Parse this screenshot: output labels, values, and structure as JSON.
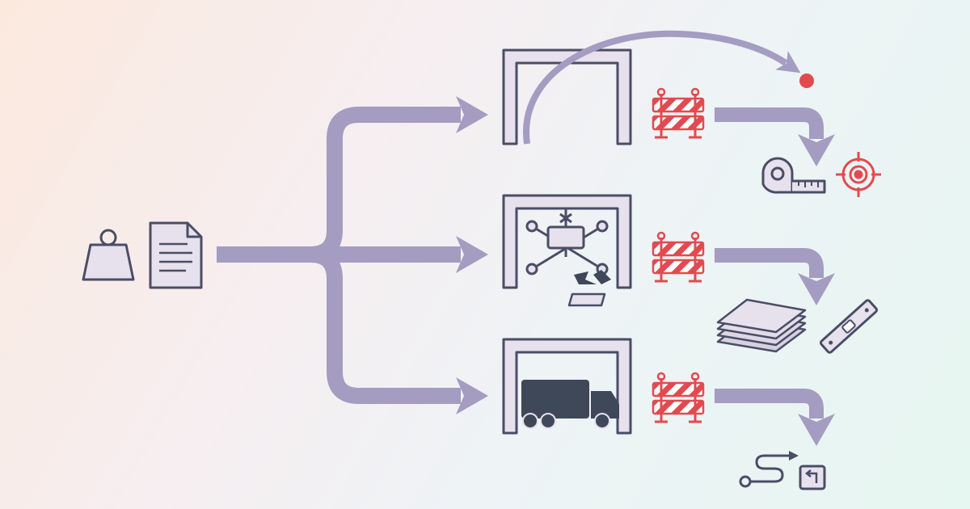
{
  "diagram": {
    "palette": {
      "arrow": "#a49cc1",
      "outline": "#4a4d66",
      "fill": "#e6e1ec",
      "alert": "#e34a4f",
      "dark": "#3f4859",
      "background_start": "#fbe9de",
      "background_end": "#e6f6f0"
    },
    "inputs": {
      "icons": [
        "weight-icon",
        "document-icon"
      ]
    },
    "gates": [
      {
        "id": "gate-1",
        "contents": "empty",
        "icon": "gate-frame-icon"
      },
      {
        "id": "gate-2",
        "contents": "crane-and-debris",
        "icon": "crane-icon"
      },
      {
        "id": "gate-3",
        "contents": "truck",
        "icon": "truck-icon"
      }
    ],
    "barriers": {
      "icon": "barrier-icon",
      "count": 3
    },
    "outcomes": [
      {
        "icons": [
          "tape-measure-icon",
          "target-icon",
          "red-dot-icon"
        ]
      },
      {
        "icons": [
          "stacked-sheets-icon",
          "spirit-level-icon"
        ]
      },
      {
        "icons": [
          "route-icon",
          "turn-sign-icon"
        ]
      }
    ]
  }
}
